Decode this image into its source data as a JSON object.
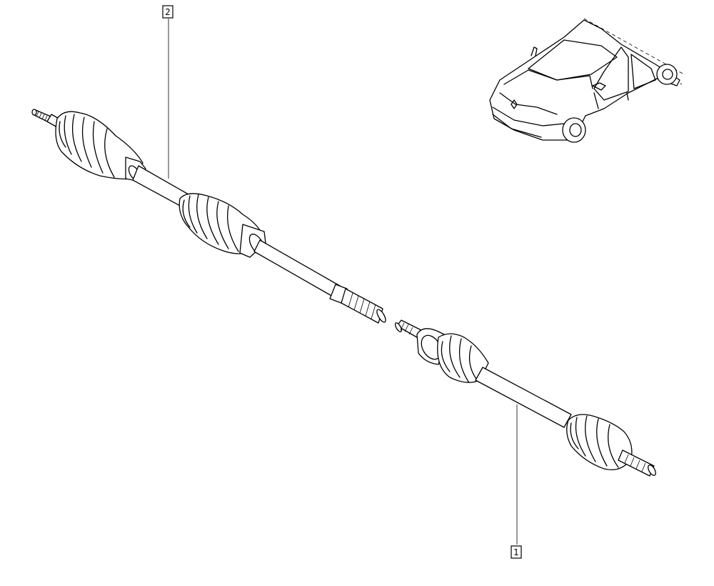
{
  "callouts": [
    {
      "id": "1",
      "label": "1"
    },
    {
      "id": "2",
      "label": "2"
    }
  ],
  "icons": {
    "vehicle": "car-outline-icon",
    "left_shaft": "driveshaft-left-icon",
    "right_shaft": "driveshaft-right-icon"
  }
}
